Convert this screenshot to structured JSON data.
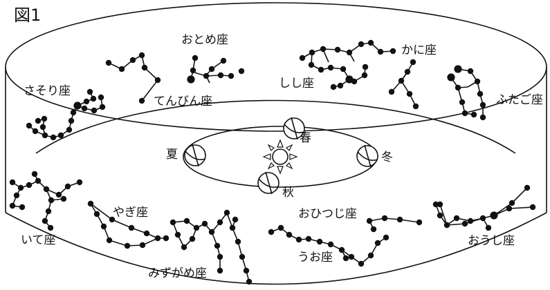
{
  "figure": {
    "title": "図1",
    "seasons": {
      "spring": "春",
      "summer": "夏",
      "autumn": "秋",
      "winter": "冬"
    },
    "constellations": {
      "otome": "おとめ座",
      "kani": "かに座",
      "sasori": "さそり座",
      "shishi": "しし座",
      "tenbin": "てんびん座",
      "futago": "ふたご座",
      "ite": "いて座",
      "yagi": "やぎ座",
      "mizugame": "みずがめ座",
      "ohitsuji": "おひつじ座",
      "uo": "うお座",
      "oushi": "おうし座"
    }
  }
}
